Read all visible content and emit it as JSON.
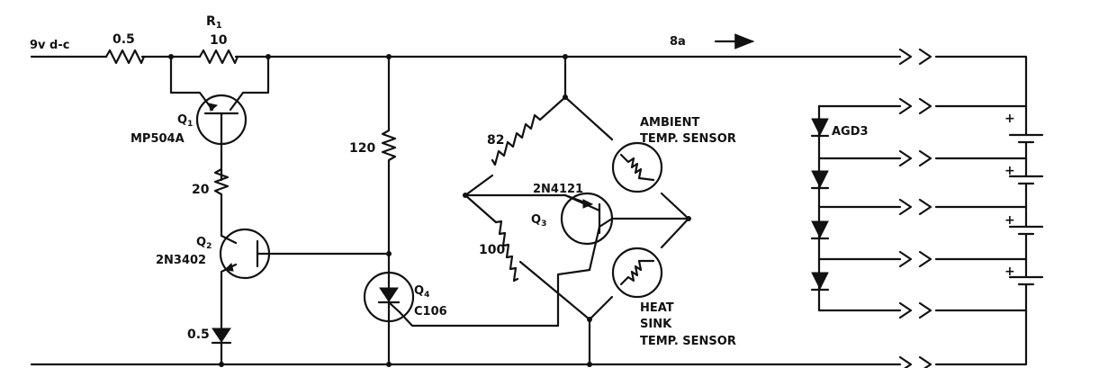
{
  "labels": {
    "supply": "9v d-c",
    "series_resistor": "0.5",
    "r1_name": "R",
    "r1_sub": "1",
    "r1_value": "10",
    "q1_name": "Q",
    "q1_sub": "1",
    "q1_part": "MP504A",
    "r_20": "20",
    "q2_name": "Q",
    "q2_sub": "2",
    "q2_part": "2N3402",
    "diode_05": "0.5",
    "r_120": "120",
    "q4_name": "Q",
    "q4_sub": "4",
    "q4_part": "C106",
    "r_82": "82",
    "r_100": "100",
    "q3_part": "2N4121",
    "q3_name": "Q",
    "q3_sub": "3",
    "ambient_line1": "AMBIENT",
    "ambient_line2": "TEMP. SENSOR",
    "heat_line1": "HEAT",
    "heat_line2": "SINK",
    "heat_line3": "TEMP. SENSOR",
    "current_label": "8a",
    "diode_part": "AGD3",
    "plus": "+"
  },
  "colors": {
    "ink": "#111111",
    "background": "#ffffff"
  }
}
